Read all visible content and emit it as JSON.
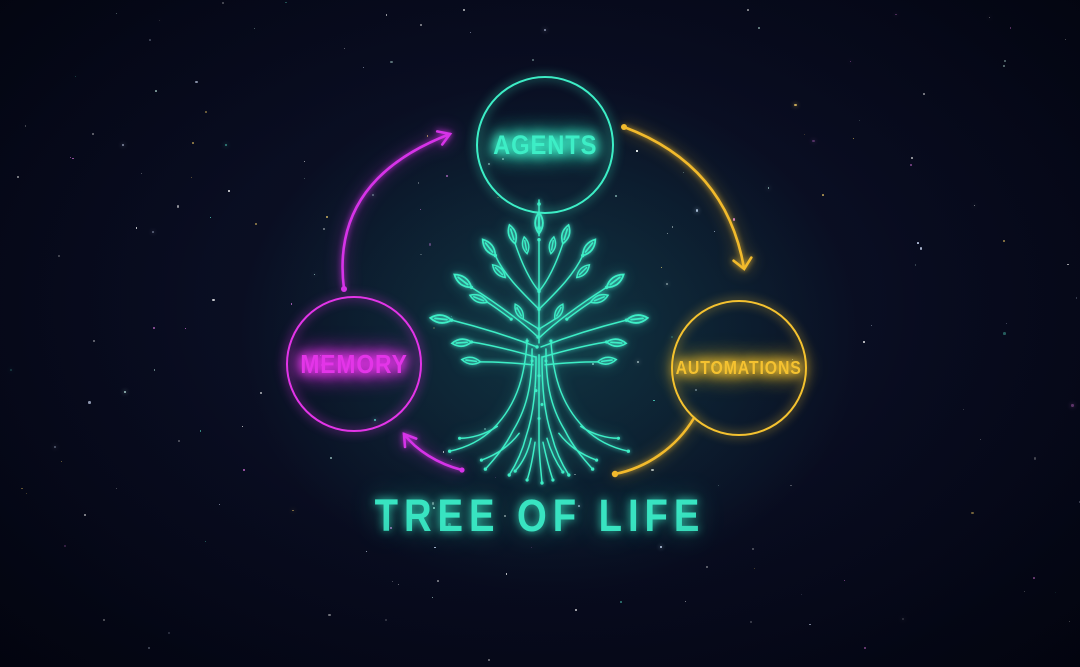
{
  "title": "TREE OF LIFE",
  "nodes": [
    {
      "id": "agents",
      "label": "AGENTS",
      "color": "#3deec6"
    },
    {
      "id": "memory",
      "label": "MEMORY",
      "color": "#e335e8"
    },
    {
      "id": "automations",
      "label": "AUTOMATIONS",
      "color": "#f5c230"
    }
  ],
  "arrows": [
    {
      "from": "memory",
      "to": "agents",
      "color": "#cf30e8",
      "style": "curved-arrowhead"
    },
    {
      "from": "agents",
      "to": "automations",
      "color": "#f2ba2c",
      "style": "curved-chevron-head"
    },
    {
      "from": "automations",
      "to": "bottom-center",
      "color": "#f2ba2c",
      "style": "curved-dot-end"
    },
    {
      "from": "bottom-center",
      "to": "memory",
      "color": "#cf30e8",
      "style": "curved-arrowhead"
    }
  ],
  "colors": {
    "background": "#090d21",
    "teal": "#3deec6",
    "magenta": "#d633e8",
    "yellow": "#f2ba2c",
    "title": "#38e4c1"
  }
}
